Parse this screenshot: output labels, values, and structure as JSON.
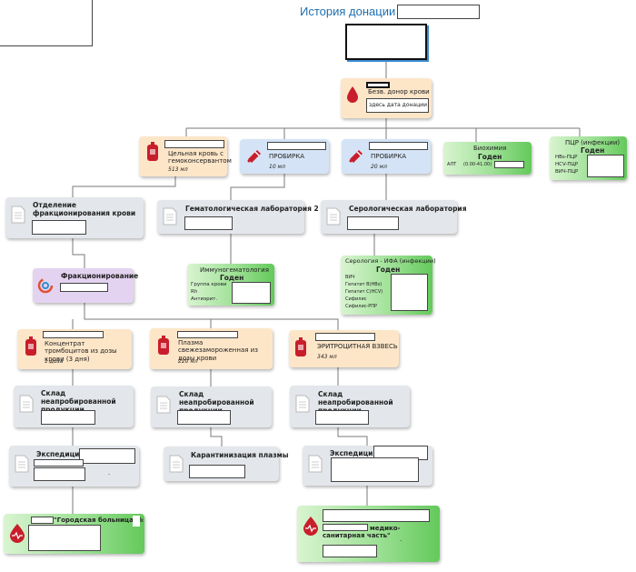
{
  "title": "История донации",
  "donor": {
    "label": "Безв. донор крови",
    "date": "здесь дата донации"
  },
  "whole_blood": {
    "label": "Цельная кровь с гемоконсервантом",
    "volume": "513 мл"
  },
  "tube1": {
    "label": "ПРОБИРКА",
    "volume": "10 мл"
  },
  "tube2": {
    "label": "ПРОБИРКА",
    "volume": "20 мл"
  },
  "biochem": {
    "title": "Биохимия",
    "status": "Годен",
    "row_label": "АЛТ",
    "row_range": "(0.00-41.00)"
  },
  "pcr": {
    "title": "ПЦР (инфекции)",
    "status": "Годен",
    "rows": [
      "НВs-ПЦР",
      "НСV-ПЦР",
      "ВИЧ-ПЦР"
    ]
  },
  "fract_dept": {
    "label": "Отделение фракционирования крови"
  },
  "hem_lab": {
    "label": "Гематологическая лаборатория 2"
  },
  "ser_lab": {
    "label": "Серологическая лаборатория"
  },
  "immuno": {
    "title": "Иммуногематология",
    "status": "Годен",
    "rows": [
      "Группа крови",
      "Rh",
      "Антиэрит."
    ]
  },
  "serology": {
    "title": "Серология - ИФА (инфекции)",
    "status": "Годен",
    "rows": [
      "ВИЧ",
      "Гепатит В(НВs)",
      "Гепатит С(НСV)",
      "Сифилис",
      "Сифилис-РПР"
    ]
  },
  "fractionation": {
    "label": "Фракционирование"
  },
  "platelets": {
    "label": "Концентрат тромбоцитов из дозы крови (3 дня)",
    "volume": "1 доза"
  },
  "plasma": {
    "label": "Плазма свежезамороженная из дозы крови",
    "volume": "220 мл"
  },
  "erythro": {
    "label": "ЭРИТРОЦИТНАЯ ВЗВЕСЬ",
    "volume": "343 мл"
  },
  "store1": {
    "label": "Склад неапробированной продукции"
  },
  "store2": {
    "label": "Склад неапробированной продукции"
  },
  "store3": {
    "label": "Склад неапробированной продукции"
  },
  "exp1": {
    "label": "Экспедиция",
    "dot": "."
  },
  "quarantine": {
    "label": "Карантинизация плазмы"
  },
  "exp2": {
    "label": "Экспедиция"
  },
  "hospital1": {
    "label": "\"Городская больница №"
  },
  "hospital2": {
    "label": "медико-санитарная часть\"",
    "dot": "."
  },
  "colors": {
    "accent": "#1e6fb0",
    "drop": "#c81e2c",
    "wire": "#7a7a7a"
  }
}
